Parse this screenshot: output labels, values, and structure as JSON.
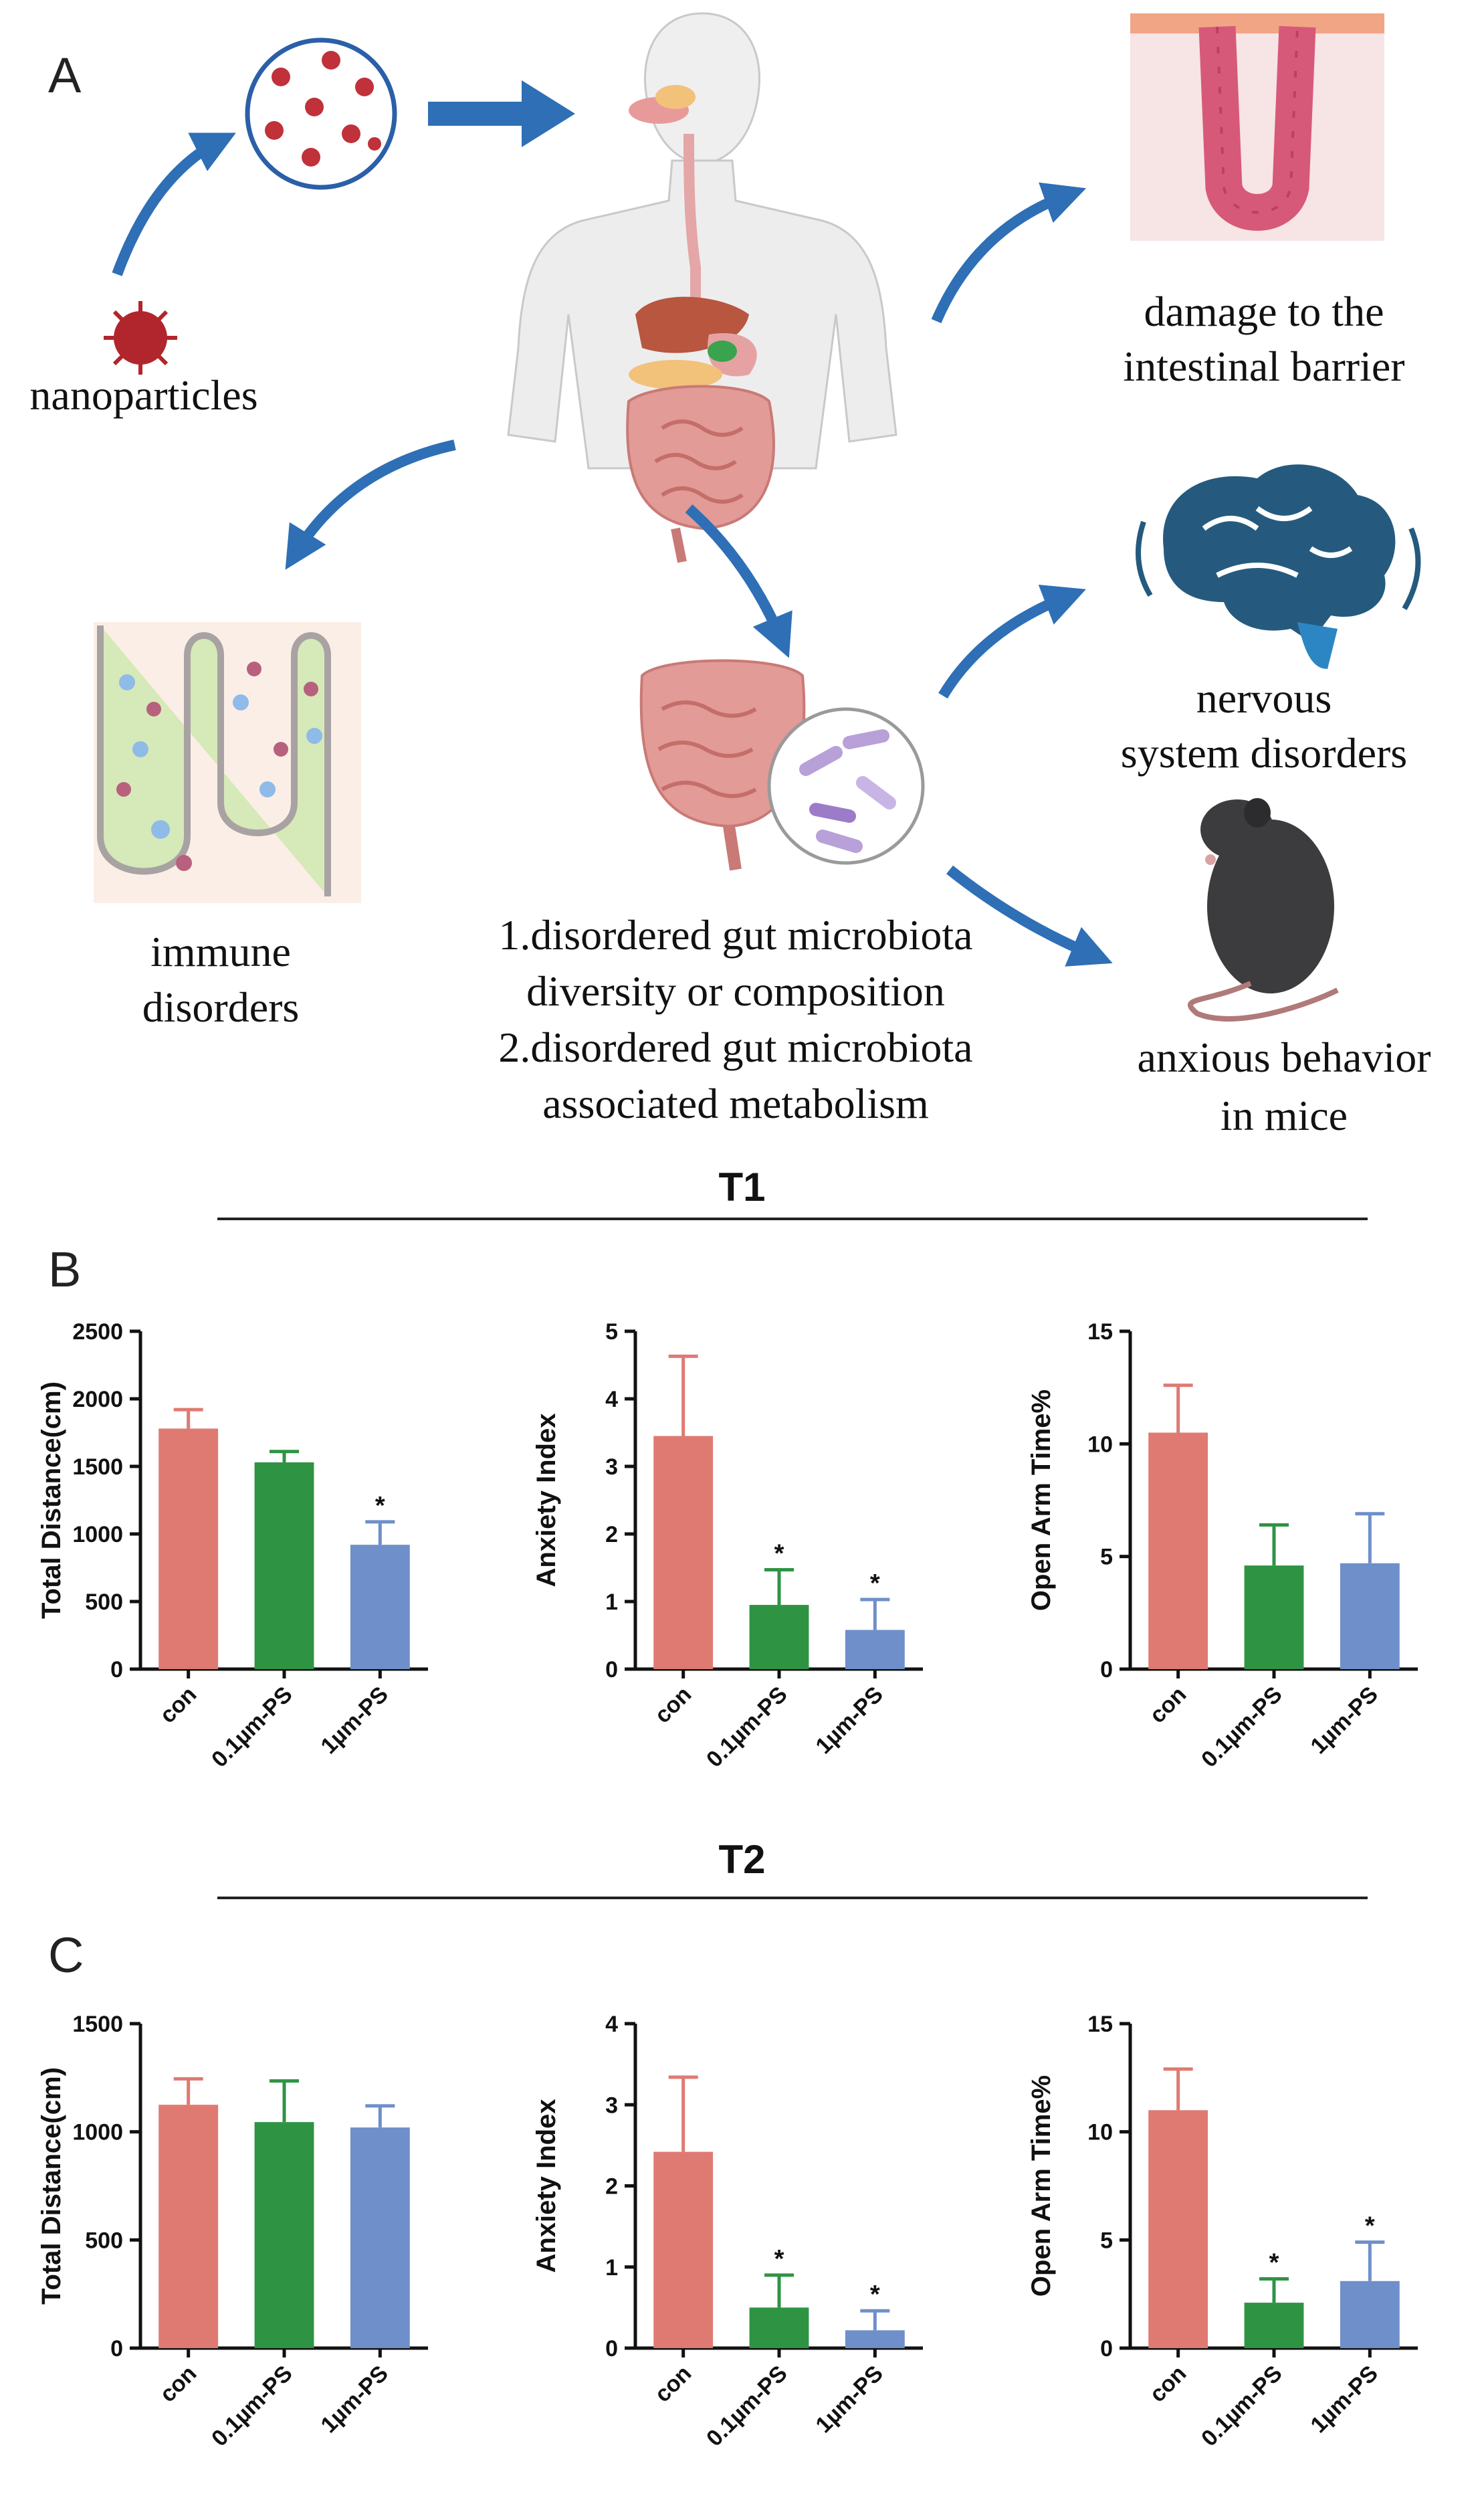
{
  "panel_a": {
    "letter": "A",
    "labels": {
      "nanoparticles": "nanoparticles",
      "barrier_1": "damage to the",
      "barrier_2": "intestinal barrier",
      "nervous_1": "nervous",
      "nervous_2": "system disorders",
      "immune_1": "immune",
      "immune_2": "disorders",
      "microbiota_1": "1.disordered gut microbiota",
      "microbiota_2": "diversity or composition",
      "microbiota_3": "2.disordered gut microbiota",
      "microbiota_4": "associated metabolism",
      "anxious_1": "anxious behavior",
      "anxious_2": "in mice"
    },
    "colors": {
      "arrow": "#2e6fb6",
      "brain": "#255a7e",
      "intestine": "#d98a8a",
      "villi": "#cfe5b0"
    }
  },
  "panel_b": {
    "letter": "B",
    "title": "T1"
  },
  "panel_c": {
    "letter": "C",
    "title": "T2"
  },
  "chart_data": [
    {
      "panel": "B",
      "type": "bar",
      "categories": [
        "con",
        "0.1µm-PS",
        "1µm-PS"
      ],
      "values": [
        1780,
        1530,
        920
      ],
      "errors": [
        140,
        80,
        170
      ],
      "significance": [
        "",
        "",
        "*"
      ],
      "ylabel": "Total Distance(cm)",
      "ylim": [
        0,
        2500
      ],
      "yticks": [
        0,
        500,
        1000,
        1500,
        2000,
        2500
      ],
      "ytick_labels": [
        "0",
        "500",
        "1000",
        "1500",
        "2000",
        "2500"
      ],
      "colors": [
        "#df7a72",
        "#2e9444",
        "#6e8fc9"
      ]
    },
    {
      "panel": "B",
      "type": "bar",
      "categories": [
        "con",
        "0.1µm-PS",
        "1µm-PS"
      ],
      "values": [
        3.45,
        0.95,
        0.58
      ],
      "errors": [
        1.18,
        0.52,
        0.45
      ],
      "significance": [
        "",
        "*",
        "*"
      ],
      "ylabel": "Anxiety Index",
      "ylim": [
        0,
        5
      ],
      "yticks": [
        0,
        1,
        2,
        3,
        4,
        5
      ],
      "ytick_labels": [
        "0",
        "1",
        "2",
        "3",
        "4",
        "5"
      ],
      "colors": [
        "#df7a72",
        "#2e9444",
        "#6e8fc9"
      ]
    },
    {
      "panel": "B",
      "type": "bar",
      "categories": [
        "con",
        "0.1µm-PS",
        "1µm-PS"
      ],
      "values": [
        10.5,
        4.6,
        4.7
      ],
      "errors": [
        2.1,
        1.8,
        2.2
      ],
      "significance": [
        "",
        "",
        ""
      ],
      "ylabel": "Open Arm Time%",
      "ylim": [
        0,
        15
      ],
      "yticks": [
        0,
        5,
        10,
        15
      ],
      "ytick_labels": [
        "0",
        "5",
        "10",
        "15"
      ],
      "colors": [
        "#df7a72",
        "#2e9444",
        "#6e8fc9"
      ]
    },
    {
      "panel": "C",
      "type": "bar",
      "categories": [
        "con",
        "0.1µm-PS",
        "1µm-PS"
      ],
      "values": [
        1125,
        1045,
        1020
      ],
      "errors": [
        120,
        190,
        100
      ],
      "significance": [
        "",
        "",
        ""
      ],
      "ylabel": "Total Distance(cm)",
      "ylim": [
        0,
        1500
      ],
      "yticks": [
        0,
        500,
        1000,
        1500
      ],
      "ytick_labels": [
        "0",
        "500",
        "1000",
        "1500"
      ],
      "colors": [
        "#df7a72",
        "#2e9444",
        "#6e8fc9"
      ]
    },
    {
      "panel": "C",
      "type": "bar",
      "categories": [
        "con",
        "0.1µm-PS",
        "1µm-PS"
      ],
      "values": [
        2.42,
        0.5,
        0.22
      ],
      "errors": [
        0.92,
        0.4,
        0.24
      ],
      "significance": [
        "",
        "*",
        "*"
      ],
      "ylabel": "Anxiety Index",
      "ylim": [
        0,
        4
      ],
      "yticks": [
        0,
        1,
        2,
        3,
        4
      ],
      "ytick_labels": [
        "0",
        "1",
        "2",
        "3",
        "4"
      ],
      "colors": [
        "#df7a72",
        "#2e9444",
        "#6e8fc9"
      ]
    },
    {
      "panel": "C",
      "type": "bar",
      "categories": [
        "con",
        "0.1µm-PS",
        "1µm-PS"
      ],
      "values": [
        11.0,
        2.1,
        3.1
      ],
      "errors": [
        1.9,
        1.1,
        1.8
      ],
      "significance": [
        "",
        "*",
        "*"
      ],
      "ylabel": "Open Arm Time%",
      "ylim": [
        0,
        15
      ],
      "yticks": [
        0,
        5,
        10,
        15
      ],
      "ytick_labels": [
        "0",
        "5",
        "10",
        "15"
      ],
      "colors": [
        "#df7a72",
        "#2e9444",
        "#6e8fc9"
      ]
    }
  ]
}
